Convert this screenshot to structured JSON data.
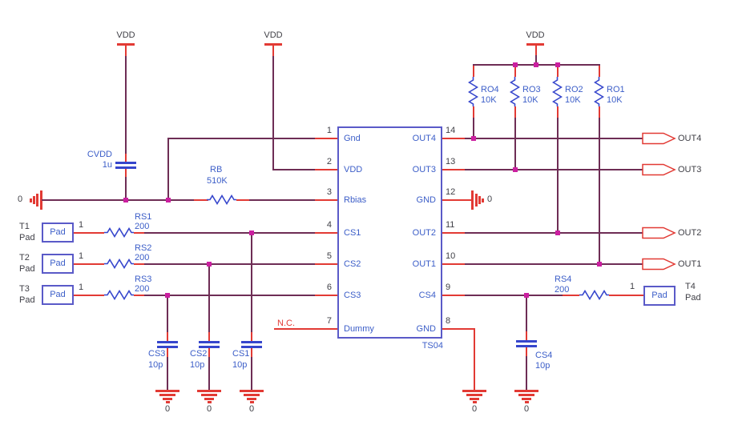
{
  "colors": {
    "wire": "#6e2d55",
    "pin_red": "#e23a34",
    "component_blue": "#3646cc",
    "text_blue": "#3c5ec8",
    "symbol_violet": "#5a5ac8",
    "junction_magenta": "#cb1fa0",
    "text_dark": "#3f3f46"
  },
  "power": {
    "vdd_labels": [
      "VDD",
      "VDD",
      "VDD"
    ]
  },
  "ic": {
    "part_label": "TS04",
    "left_pins": [
      {
        "num": "1",
        "name": "Gnd"
      },
      {
        "num": "2",
        "name": "VDD"
      },
      {
        "num": "3",
        "name": "Rbias"
      },
      {
        "num": "4",
        "name": "CS1"
      },
      {
        "num": "5",
        "name": "CS2"
      },
      {
        "num": "6",
        "name": "CS3"
      },
      {
        "num": "7",
        "name": "Dummy"
      }
    ],
    "right_pins": [
      {
        "num": "14",
        "name": "OUT4"
      },
      {
        "num": "13",
        "name": "OUT3"
      },
      {
        "num": "12",
        "name": "GND"
      },
      {
        "num": "11",
        "name": "OUT2"
      },
      {
        "num": "10",
        "name": "OUT1"
      },
      {
        "num": "9",
        "name": "CS4"
      },
      {
        "num": "8",
        "name": "GND"
      }
    ]
  },
  "resistors": {
    "rb": {
      "ref": "RB",
      "value": "510K"
    },
    "series": [
      {
        "ref": "RS1",
        "value": "200"
      },
      {
        "ref": "RS2",
        "value": "200"
      },
      {
        "ref": "RS3",
        "value": "200"
      },
      {
        "ref": "RS4",
        "value": "200"
      }
    ],
    "pullups": [
      {
        "ref": "RO4",
        "value": "10K"
      },
      {
        "ref": "RO3",
        "value": "10K"
      },
      {
        "ref": "RO2",
        "value": "10K"
      },
      {
        "ref": "RO1",
        "value": "10K"
      }
    ]
  },
  "capacitors": {
    "cvdd": {
      "ref": "CVDD",
      "value": "1u"
    },
    "cs": [
      {
        "ref": "CS3",
        "value": "10p"
      },
      {
        "ref": "CS2",
        "value": "10p"
      },
      {
        "ref": "CS1",
        "value": "10p"
      },
      {
        "ref": "CS4",
        "value": "10p"
      }
    ]
  },
  "pads": [
    {
      "designator": "T1",
      "sub": "Pad",
      "pin": "1",
      "box": "Pad"
    },
    {
      "designator": "T2",
      "sub": "Pad",
      "pin": "1",
      "box": "Pad"
    },
    {
      "designator": "T3",
      "sub": "Pad",
      "pin": "1",
      "box": "Pad"
    },
    {
      "designator": "T4",
      "sub": "Pad",
      "pin": "1",
      "box": "Pad"
    }
  ],
  "ports": [
    {
      "label": "OUT4"
    },
    {
      "label": "OUT3"
    },
    {
      "label": "OUT2"
    },
    {
      "label": "OUT1"
    }
  ],
  "grounds": [
    "0",
    "0",
    "0",
    "0",
    "0",
    "0",
    "0"
  ],
  "nc": "N.C."
}
